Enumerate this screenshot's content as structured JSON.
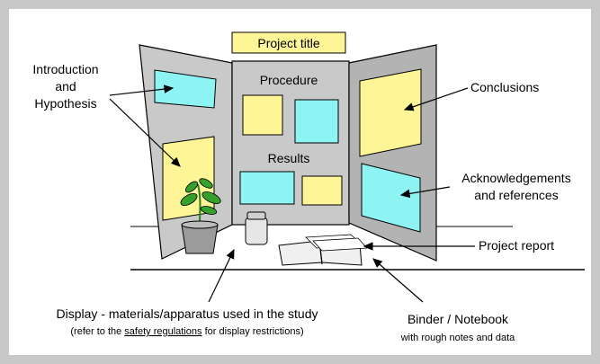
{
  "board": {
    "title": "Project title",
    "center_headings": [
      "Procedure",
      "Results"
    ]
  },
  "labels": {
    "intro": [
      "Introduction",
      "and",
      "Hypothesis"
    ],
    "conclusions": "Conclusions",
    "acknowledgements": [
      "Acknowledgements",
      "and references"
    ],
    "project_report": "Project report",
    "display": "Display - materials/apparatus used in the study",
    "display_note_pre": "(refer to the ",
    "display_note_link": "safety regulations",
    "display_note_post": " for display restrictions)",
    "binder": "Binder / Notebook",
    "binder_note": "with rough notes and data"
  },
  "colors": {
    "page_bg": "#c8c8c8",
    "panel": "#c9c9c9",
    "panel_side": "#b3b3b3",
    "title_box": "#fdf596",
    "yellow_card": "#fdf596",
    "cyan_card": "#8ef3f3",
    "plant": "#35a02a",
    "pot": "#9b9b9b"
  }
}
